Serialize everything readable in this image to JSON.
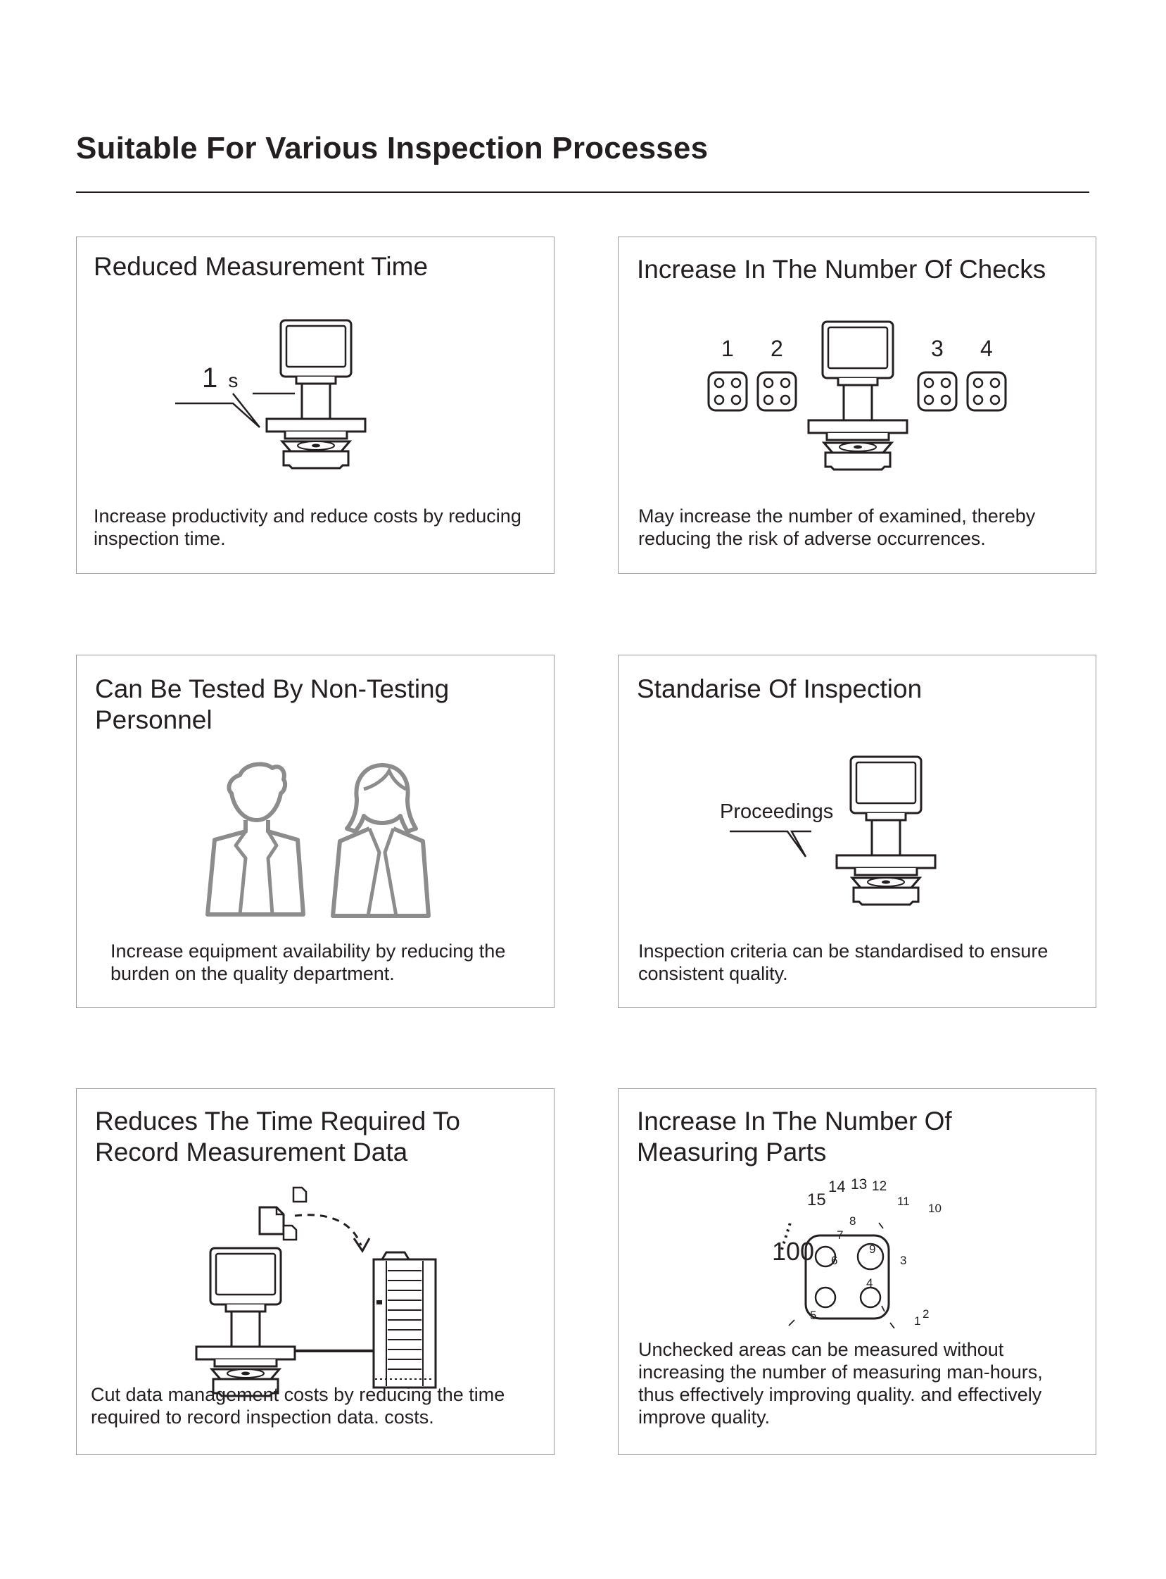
{
  "page": {
    "title": "Suitable For Various Inspection Processes"
  },
  "cards": [
    {
      "title": "Reduced Measurement Time",
      "description": "Increase productivity and reduce costs by reducing inspection time.",
      "callout_value": "1",
      "callout_unit": "s"
    },
    {
      "title": "Increase In The Number Of Checks",
      "description": "May increase the number of examined, thereby reducing the risk of adverse occurrences.",
      "part_numbers": [
        "1",
        "2",
        "3",
        "4"
      ]
    },
    {
      "title": "Can Be Tested By Non-Testing Personnel",
      "description": "Increase equipment availability by reducing the burden on the quality department."
    },
    {
      "title": "Standarise Of Inspection",
      "description": "Inspection criteria can be standardised to ensure consistent quality.",
      "callout_label": "Proceedings"
    },
    {
      "title": "Reduces The Time Required To Record Measurement Data",
      "description": "Cut data management costs by reducing the time required to record inspection data. costs."
    },
    {
      "title": "Increase In The Number Of Measuring Parts",
      "description": "Unchecked areas can be measured without increasing the number of measuring man-hours, thus effectively improving quality. and effectively improve quality.",
      "total_points": "100",
      "point_labels": [
        "1",
        "2",
        "3",
        "4",
        "5",
        "6",
        "7",
        "8",
        "9",
        "10",
        "11",
        "12",
        "13",
        "14",
        "15"
      ]
    }
  ],
  "colors": {
    "text": "#231f20",
    "card_border": "#9a9a9a",
    "person_outline": "#8c8c8c"
  },
  "icons": [
    "measuring-machine-icon",
    "workpiece-icon",
    "male-person-icon",
    "female-person-icon",
    "document-icon",
    "server-rack-icon",
    "speech-callout-icon"
  ]
}
